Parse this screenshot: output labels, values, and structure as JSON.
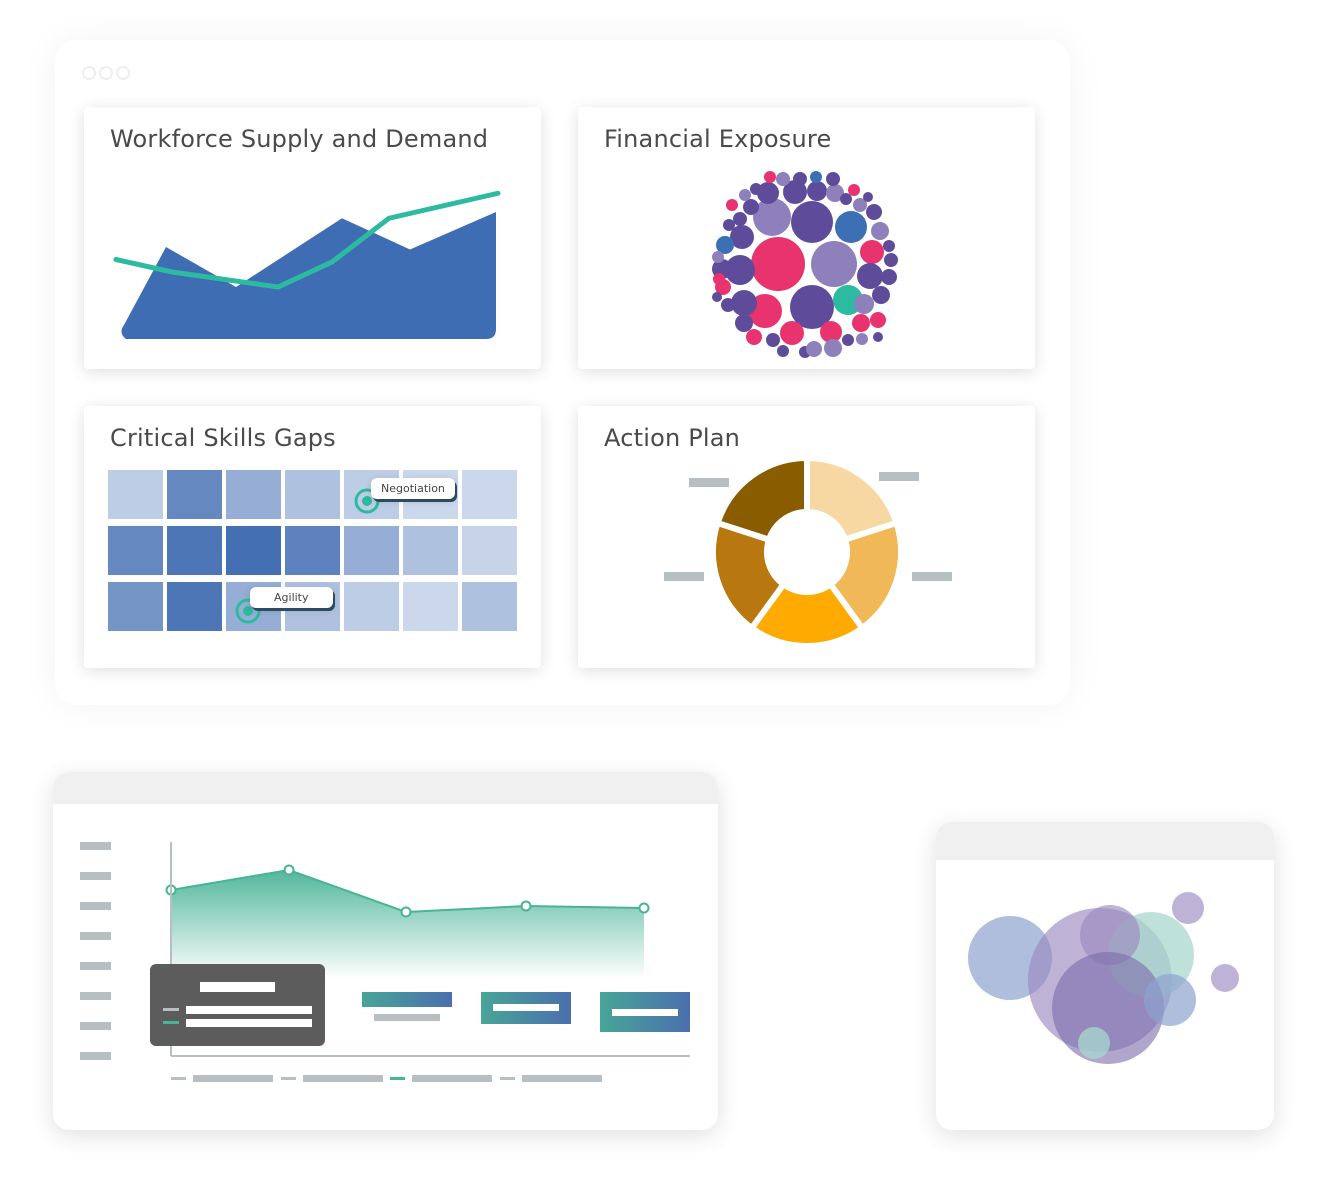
{
  "cards": {
    "workforce": {
      "title": "Workforce Supply and Demand"
    },
    "financial": {
      "title": "Financial Exposure"
    },
    "skills": {
      "title": "Critical Skills Gaps",
      "tooltips": [
        "Negotiation",
        "Agility"
      ]
    },
    "action": {
      "title": "Action Plan"
    }
  },
  "chart_data": [
    {
      "type": "area",
      "title": "Workforce Supply and Demand",
      "series": [
        {
          "values": [
            0.45,
            0.72,
            0.4,
            0.95,
            0.7,
            1.0
          ],
          "color": "#3f6db3"
        },
        {
          "values": [
            0.62,
            0.52,
            0.4,
            0.6,
            0.95,
            1.15
          ],
          "color": "#2dbba0"
        }
      ]
    },
    {
      "type": "scatter",
      "title": "Financial Exposure",
      "palette": [
        "#5e4c9a",
        "#8e80bb",
        "#e8336f",
        "#3c6fb4",
        "#2cbba0"
      ]
    },
    {
      "type": "heatmap",
      "title": "Critical Skills Gaps",
      "rows": 3,
      "cols": 7,
      "values": [
        [
          0.2,
          0.75,
          0.45,
          0.3,
          0.2,
          0.12,
          0.12
        ],
        [
          0.75,
          0.9,
          0.95,
          0.8,
          0.45,
          0.3,
          0.15
        ],
        [
          0.65,
          0.9,
          0.45,
          0.3,
          0.2,
          0.12,
          0.3
        ]
      ]
    },
    {
      "type": "pie",
      "title": "Action Plan",
      "values": [
        1,
        1,
        1,
        1,
        1
      ],
      "colors": [
        "#f7d8a3",
        "#f0b857",
        "#ffaa00",
        "#b8780f",
        "#8a5c00"
      ]
    },
    {
      "type": "area",
      "values": [
        0.82,
        0.92,
        0.71,
        0.74,
        0.73
      ]
    },
    {
      "type": "scatter",
      "bubbles": [
        {
          "color": "#8ea2cf",
          "opacity": 0.7
        },
        {
          "color": "#9b8bc0",
          "opacity": 0.65
        },
        {
          "color": "#a8d8cc",
          "opacity": 0.75
        },
        {
          "color": "#7a6aaa",
          "opacity": 0.6
        }
      ]
    }
  ]
}
